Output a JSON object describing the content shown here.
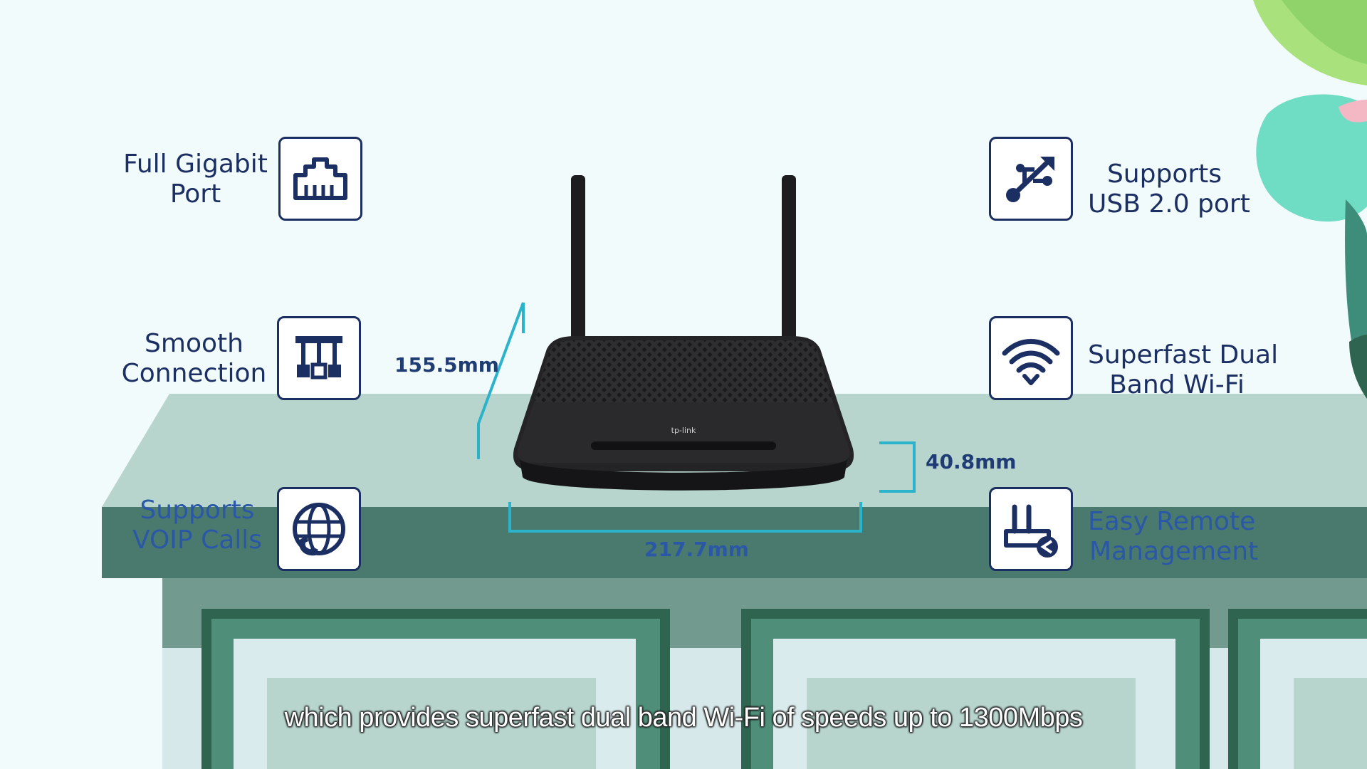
{
  "features_left": [
    {
      "lines": [
        "Full Gigabit",
        "Port"
      ],
      "icon": "ethernet-port-icon"
    },
    {
      "lines": [
        "Smooth",
        "Connection"
      ],
      "icon": "network-topology-icon"
    },
    {
      "lines": [
        "Supports",
        "VOIP Calls"
      ],
      "icon": "globe-phone-icon"
    }
  ],
  "features_right": [
    {
      "lines": [
        "Supports",
        "USB 2.0 port"
      ],
      "icon": "usb-icon"
    },
    {
      "lines": [
        "Superfast Dual",
        "Band Wi-Fi"
      ],
      "icon": "wifi-icon"
    },
    {
      "lines": [
        "Easy Remote",
        "Management"
      ],
      "icon": "router-remote-icon"
    }
  ],
  "dimensions": {
    "depth": "155.5mm",
    "height": "40.8mm",
    "width": "217.7mm"
  },
  "router": {
    "brand": "tp-link"
  },
  "caption": "which provides superfast dual band Wi-Fi of speeds up to 1300Mbps",
  "colors": {
    "background": "#f2fbfb",
    "navy": "#1b2f63",
    "dimension_line": "#2bb3cc",
    "table_top": "#b7d5cd",
    "table_front": "#4a7a6d",
    "cabinet_dark": "#2f6450"
  }
}
